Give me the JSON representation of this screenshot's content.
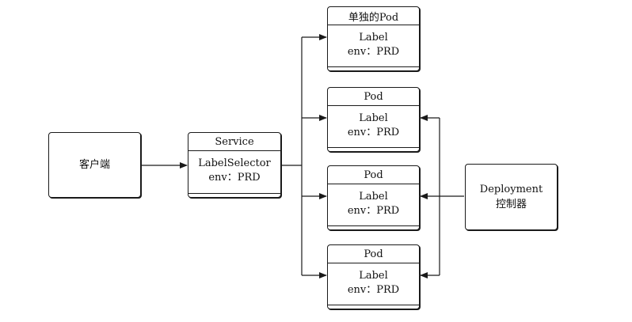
{
  "client": {
    "label": "客户端"
  },
  "service": {
    "title": "Service",
    "line1": "LabelSelector",
    "line2": "env：PRD"
  },
  "pods": [
    {
      "title": "单独的Pod",
      "line1": "Label",
      "line2": "env：PRD"
    },
    {
      "title": "Pod",
      "line1": "Label",
      "line2": "env：PRD"
    },
    {
      "title": "Pod",
      "line1": "Label",
      "line2": "env：PRD"
    },
    {
      "title": "Pod",
      "line1": "Label",
      "line2": "env：PRD"
    }
  ],
  "deployment": {
    "line1": "Deployment",
    "line2": "控制器"
  }
}
